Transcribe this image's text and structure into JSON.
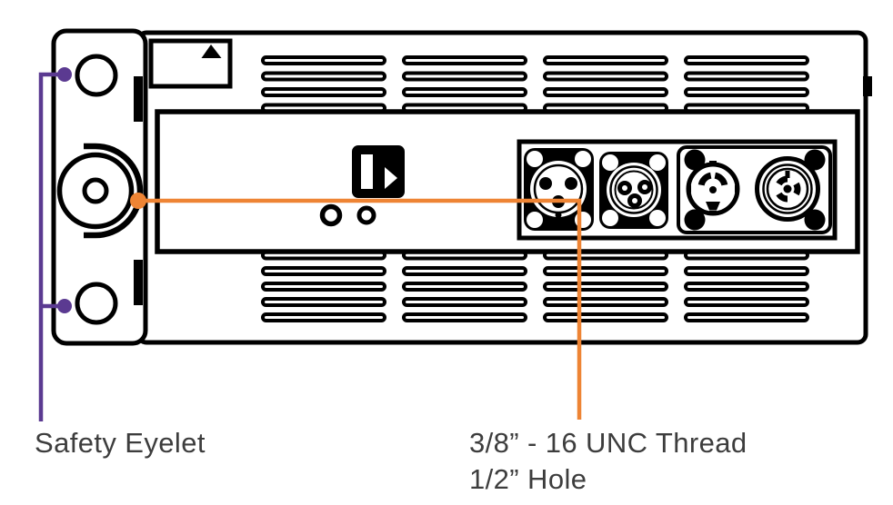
{
  "colors": {
    "outline": "#000000",
    "background": "#ffffff",
    "callout_purple": "#5b3a91",
    "callout_orange": "#ee8434",
    "label_text": "#3d3d3d"
  },
  "callouts": {
    "safety_eyelet": {
      "label": "Safety Eyelet"
    },
    "pole_mount_thread": {
      "label_line1": "3/8” - 16 UNC Thread",
      "label_line2": "1/2” Hole"
    }
  },
  "components": {
    "bracket": "mounting-bracket",
    "eyelets": [
      "safety-eyelet-top",
      "safety-eyelet-bottom"
    ],
    "pole_mount": "pole-mount-socket",
    "panel": "rear-connector-panel",
    "connectors": [
      "xlr-male-connector",
      "xlr-female-connector",
      "powercon-output-connector",
      "powercon-input-connector"
    ],
    "other": [
      "label-plate",
      "vent-grilles",
      "port-slot-icon",
      "indicator-buttons"
    ]
  }
}
